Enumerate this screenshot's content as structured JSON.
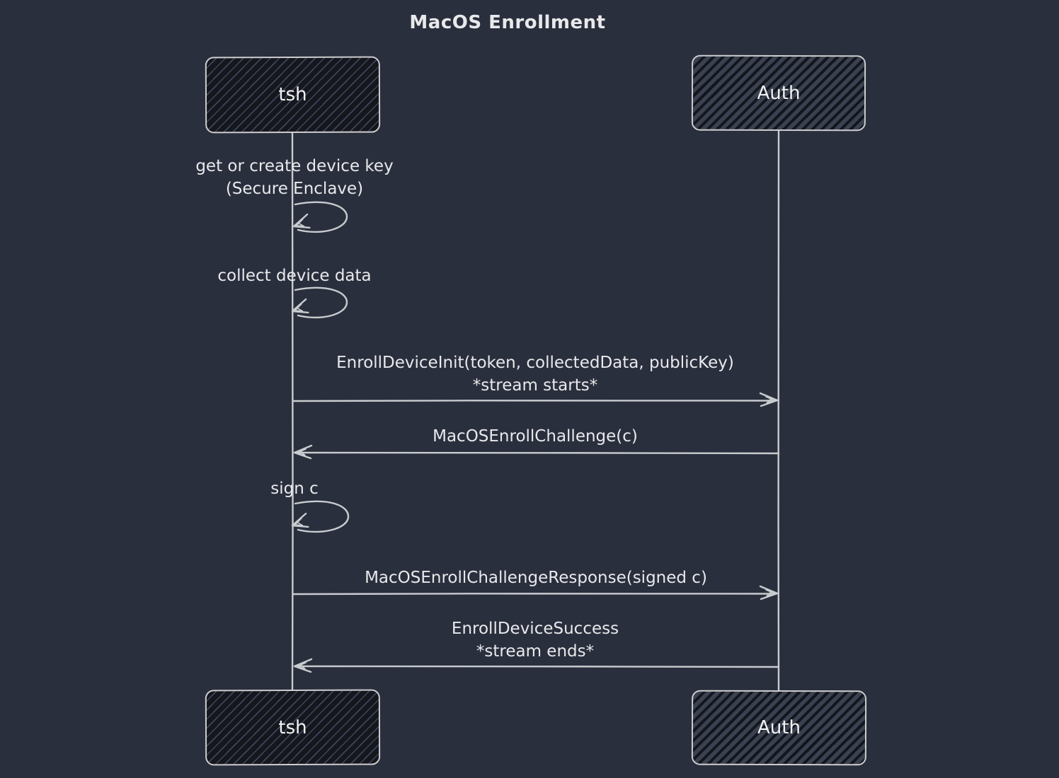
{
  "title": "MacOS Enrollment",
  "actors": {
    "left": "tsh",
    "right": "Auth"
  },
  "sequence": {
    "messages": [
      {
        "from": "tsh",
        "to": "tsh",
        "kind": "self-loop",
        "lines": [
          "get or create device key",
          "(Secure Enclave)"
        ]
      },
      {
        "from": "tsh",
        "to": "tsh",
        "kind": "self-loop",
        "lines": [
          "collect device data"
        ]
      },
      {
        "from": "tsh",
        "to": "Auth",
        "kind": "arrow-right",
        "lines": [
          "EnrollDeviceInit(token, collectedData, publicKey)",
          "*stream starts*"
        ]
      },
      {
        "from": "Auth",
        "to": "tsh",
        "kind": "arrow-left",
        "lines": [
          "MacOSEnrollChallenge(c)"
        ]
      },
      {
        "from": "tsh",
        "to": "tsh",
        "kind": "self-loop",
        "lines": [
          "sign c"
        ]
      },
      {
        "from": "tsh",
        "to": "Auth",
        "kind": "arrow-right",
        "lines": [
          "MacOSEnrollChallengeResponse(signed c)"
        ]
      },
      {
        "from": "Auth",
        "to": "tsh",
        "kind": "arrow-left",
        "lines": [
          "EnrollDeviceSuccess",
          "*stream ends*"
        ]
      }
    ]
  },
  "colors": {
    "background": "#2a2f3d",
    "line": "#c9cccf",
    "text": "#e9e9ec",
    "box_border": "#cdcdcf",
    "tsh_box_fill": "#15171d",
    "tsh_box_hatch": "#5c6c94",
    "auth_box_fill": "#3a4150",
    "auth_box_hatch": "#0e1016"
  }
}
